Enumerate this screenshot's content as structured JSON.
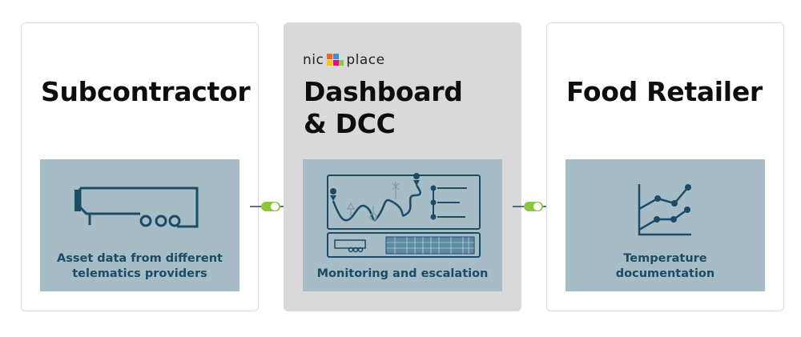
{
  "cards": [
    {
      "title": "Subcontractor",
      "caption_line1": "Asset data from different",
      "caption_line2": "telematics providers",
      "icon": "trailer-icon"
    },
    {
      "logo_left": "nic",
      "logo_right": "place",
      "title_line1": "Dashboard",
      "title_line2": "& DCC",
      "caption_line1": "Monitoring and escalation",
      "icon": "dashboard-icon"
    },
    {
      "title": "Food Retailer",
      "caption_line1": "Temperature",
      "caption_line2": "documentation",
      "icon": "line-chart-icon"
    }
  ],
  "connectors": [
    {
      "icon": "toggle-arrow-icon"
    },
    {
      "icon": "toggle-arrow-icon"
    }
  ],
  "colors": {
    "panel": "#a6bcc7",
    "icon_stroke": "#1c4b66",
    "toggle_green": "#8dc63f",
    "highlight_card": "#d9d9d9"
  }
}
